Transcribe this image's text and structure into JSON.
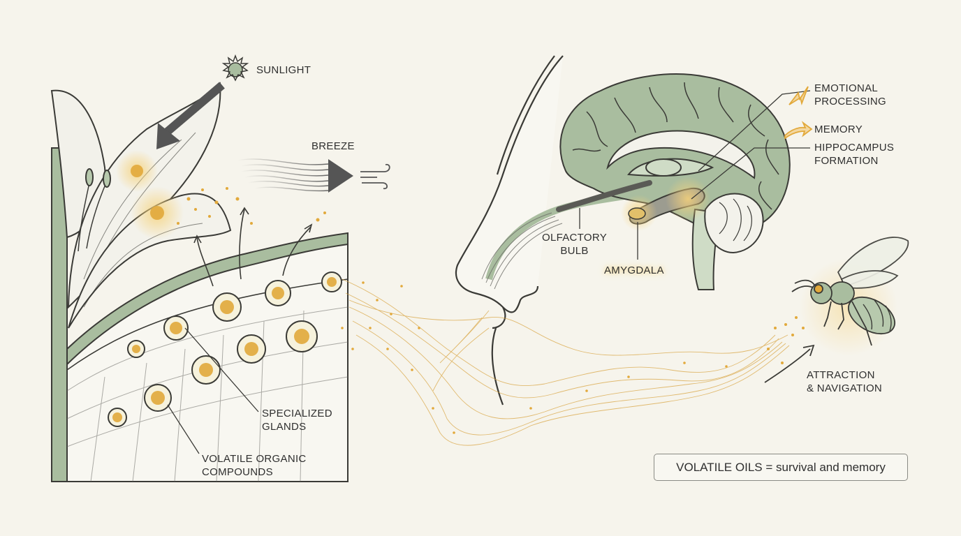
{
  "labels": {
    "sunlight": "SUNLIGHT",
    "breeze": "BREEZE",
    "specialized_glands": [
      "SPECIALIZED",
      "GLANDS"
    ],
    "volatile_compounds": [
      "VOLATILE ORGANIC",
      "COMPOUNDS"
    ],
    "olfactory_bulb": [
      "OLFACTORY",
      "BULB"
    ],
    "amygdala": "AMYGDALA",
    "emotional_processing": [
      "EMOTIONAL",
      "PROCESSING"
    ],
    "memory": "MEMORY",
    "hippocampus": [
      "HIPPOCAMPUS",
      "FORMATION"
    ],
    "attraction": [
      "ATTRACTION",
      "& NAVIGATION"
    ]
  },
  "summary": "VOLATILE OILS = survival and memory",
  "colors": {
    "sage": "#a9bd9f",
    "sage_dark": "#7d9479",
    "outline": "#3a3a36",
    "gold": "#e2a93b",
    "gold_glow": "#f6d27a",
    "background": "#f6f4ec"
  },
  "icons": [
    "sun-icon",
    "wind-icon",
    "lightning-icon",
    "arrow-icon",
    "bee-icon",
    "flower-icon",
    "brain-icon",
    "nose-icon"
  ]
}
